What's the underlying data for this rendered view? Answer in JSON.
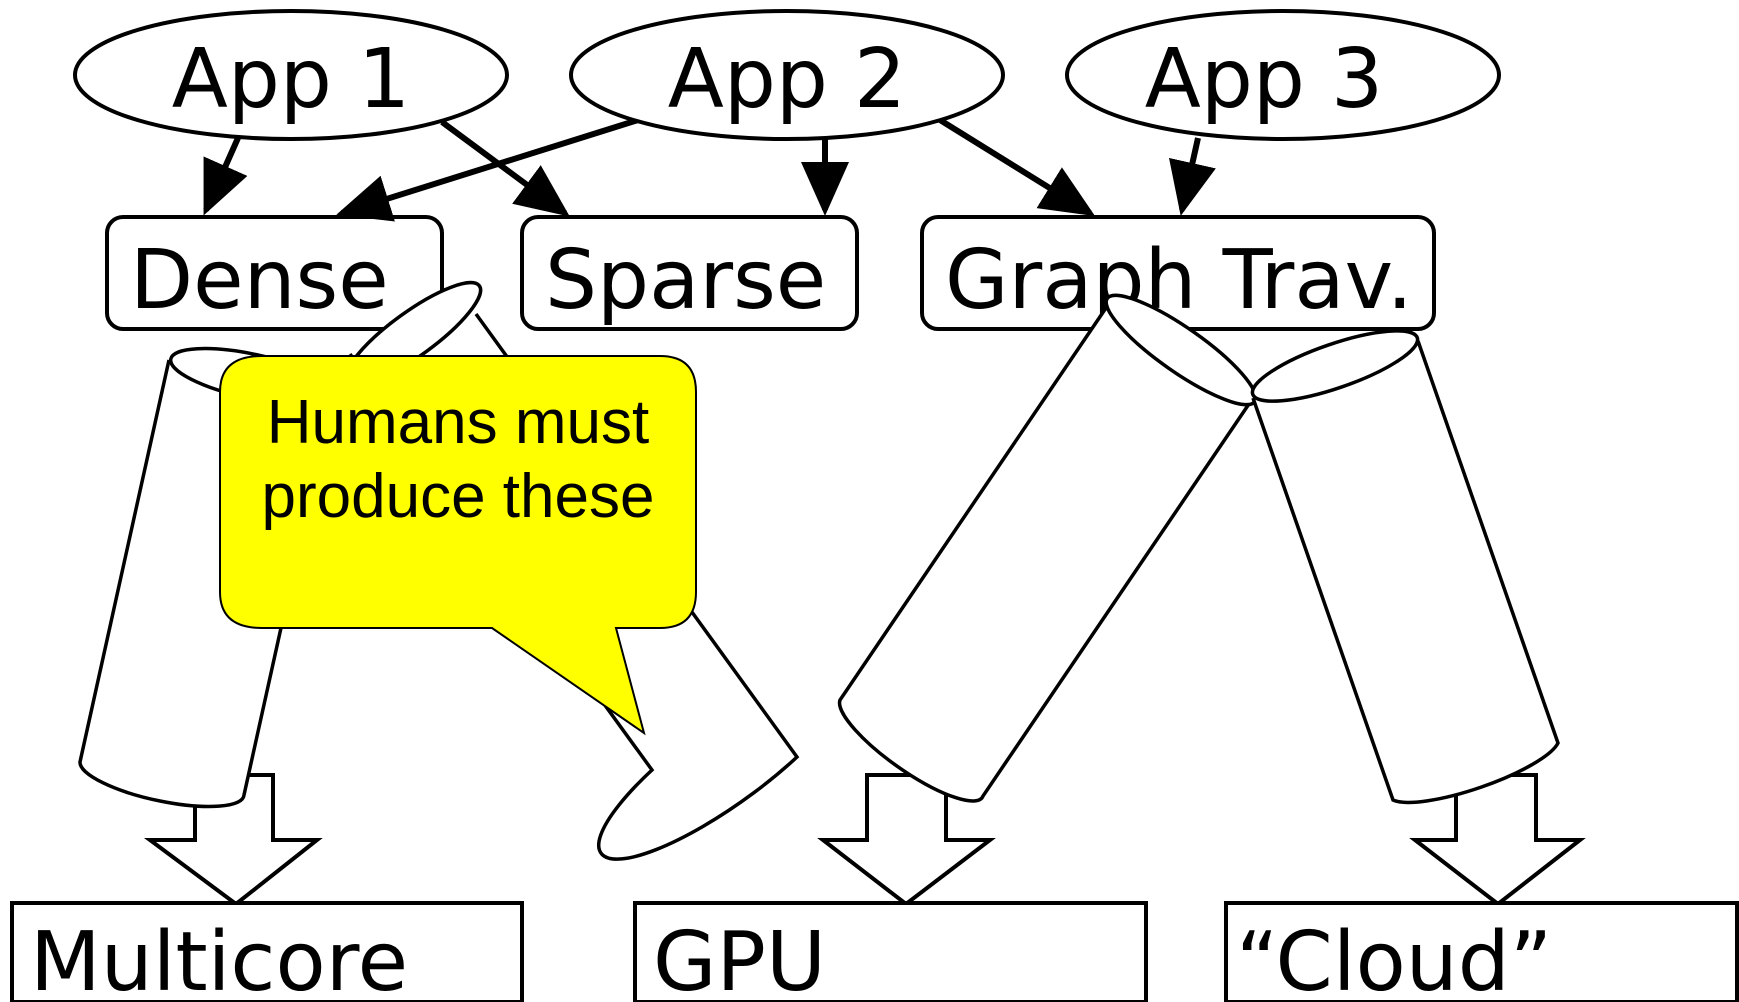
{
  "apps": [
    "App 1",
    "App 2",
    "App 3"
  ],
  "patterns": [
    "Dense",
    "Sparse",
    "Graph Trav."
  ],
  "targets": [
    "Multicore",
    "GPU",
    "“Cloud”"
  ],
  "callout": {
    "line1": "Humans must",
    "line2": "produce these",
    "fill": "#ffff00"
  },
  "colors": {
    "stroke": "#000000",
    "background": "#ffffff"
  }
}
